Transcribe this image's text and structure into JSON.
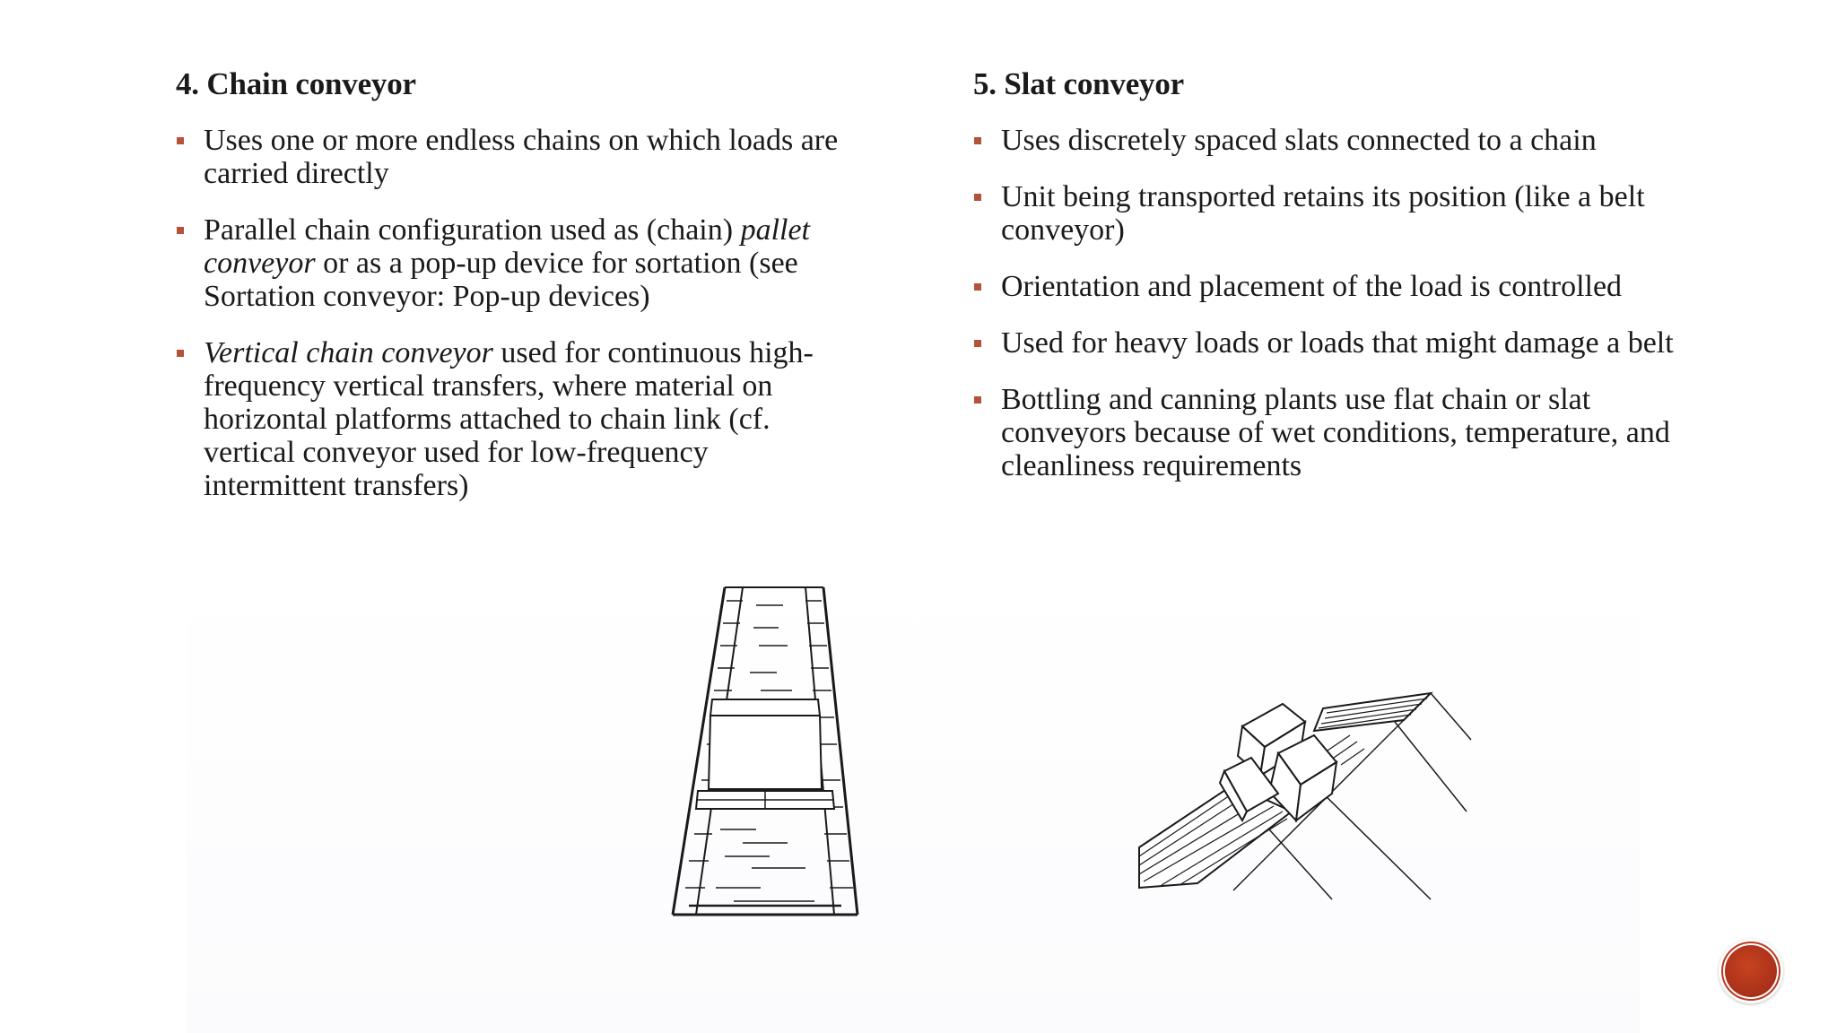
{
  "left": {
    "heading": "4. Chain conveyor",
    "bullets": [
      {
        "text": "Uses one or more endless chains on which loads are carried directly"
      },
      {
        "pre": "Parallel chain configuration used as (chain) ",
        "em": "pallet conveyor",
        "post": " or as a pop-up device for sortation (see Sortation conveyor: Pop-up devices)"
      },
      {
        "pre": "",
        "em": "Vertical chain conveyor",
        "post": " used for continuous high-frequency vertical transfers, where material on horizontal platforms attached to chain link (cf. vertical conveyor used for low-frequency intermittent transfers)"
      }
    ]
  },
  "right": {
    "heading": "5. Slat conveyor",
    "bullets": [
      {
        "text": "Uses discretely spaced slats connected to a chain"
      },
      {
        "text": "Unit being transported retains its position (like a belt conveyor)"
      },
      {
        "text": "Orientation and placement of the load is controlled"
      },
      {
        "text": "Used for heavy loads or loads that might damage a belt"
      },
      {
        "text": "Bottling and canning plants use flat chain or slat conveyors because of wet conditions, temperature, and cleanliness requirements"
      }
    ]
  },
  "figures": {
    "chain_icon": "chain-conveyor-illustration",
    "slat_icon": "slat-conveyor-illustration"
  },
  "nav": {
    "icon": "slide-nav-circle-icon"
  },
  "colors": {
    "bullet": "#b5523a",
    "accent": "#b8341b",
    "text": "#1a1a1a"
  }
}
